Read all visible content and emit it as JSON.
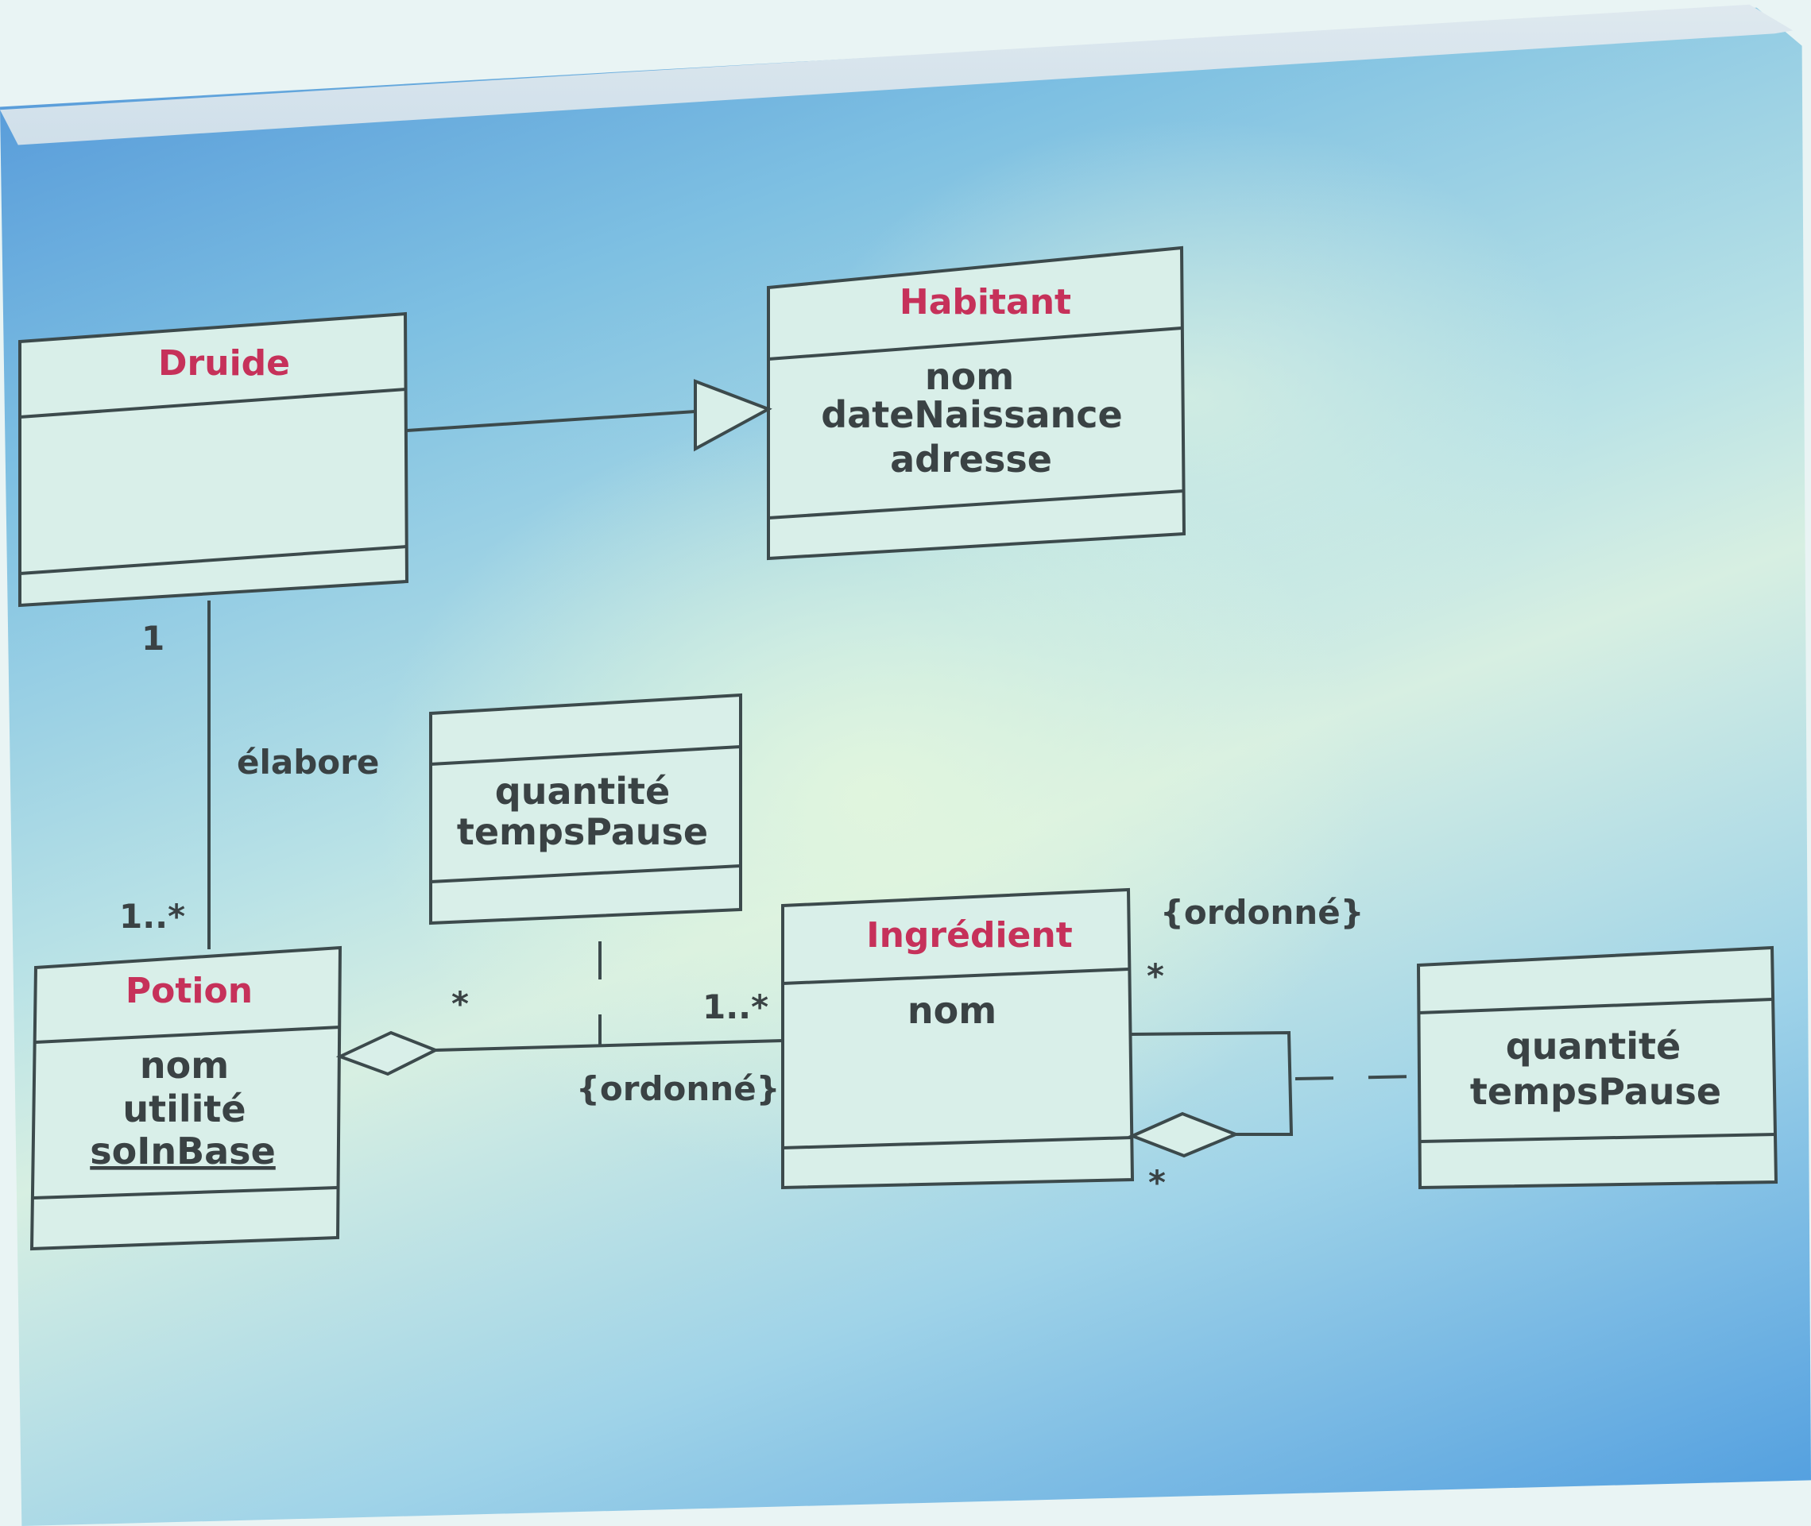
{
  "classes": {
    "druide": {
      "name": "Druide"
    },
    "habitant": {
      "name": "Habitant",
      "attributes": [
        "nom",
        "dateNaissance",
        "adresse"
      ]
    },
    "potion": {
      "name": "Potion",
      "attributes": [
        "nom",
        "utilité"
      ],
      "static_attribute": "soInBase"
    },
    "ingredient": {
      "name": "Ingrédient",
      "attributes": [
        "nom"
      ]
    },
    "assoc_class_1": {
      "attributes": [
        "quantité",
        "tempsPause"
      ]
    },
    "assoc_class_2": {
      "attributes": [
        "quantité",
        "tempsPause"
      ]
    }
  },
  "associations": {
    "elabore": {
      "name": "élabore",
      "druide_multiplicity": "1",
      "potion_multiplicity": "1..*"
    },
    "potion_ingredient": {
      "potion_multiplicity": "*",
      "ingredient_multiplicity": "1..*",
      "constraint": "{ordonné}"
    },
    "ingredient_self": {
      "constraint": "{ordonné}",
      "top_multiplicity": "*",
      "bottom_multiplicity": "*"
    }
  }
}
